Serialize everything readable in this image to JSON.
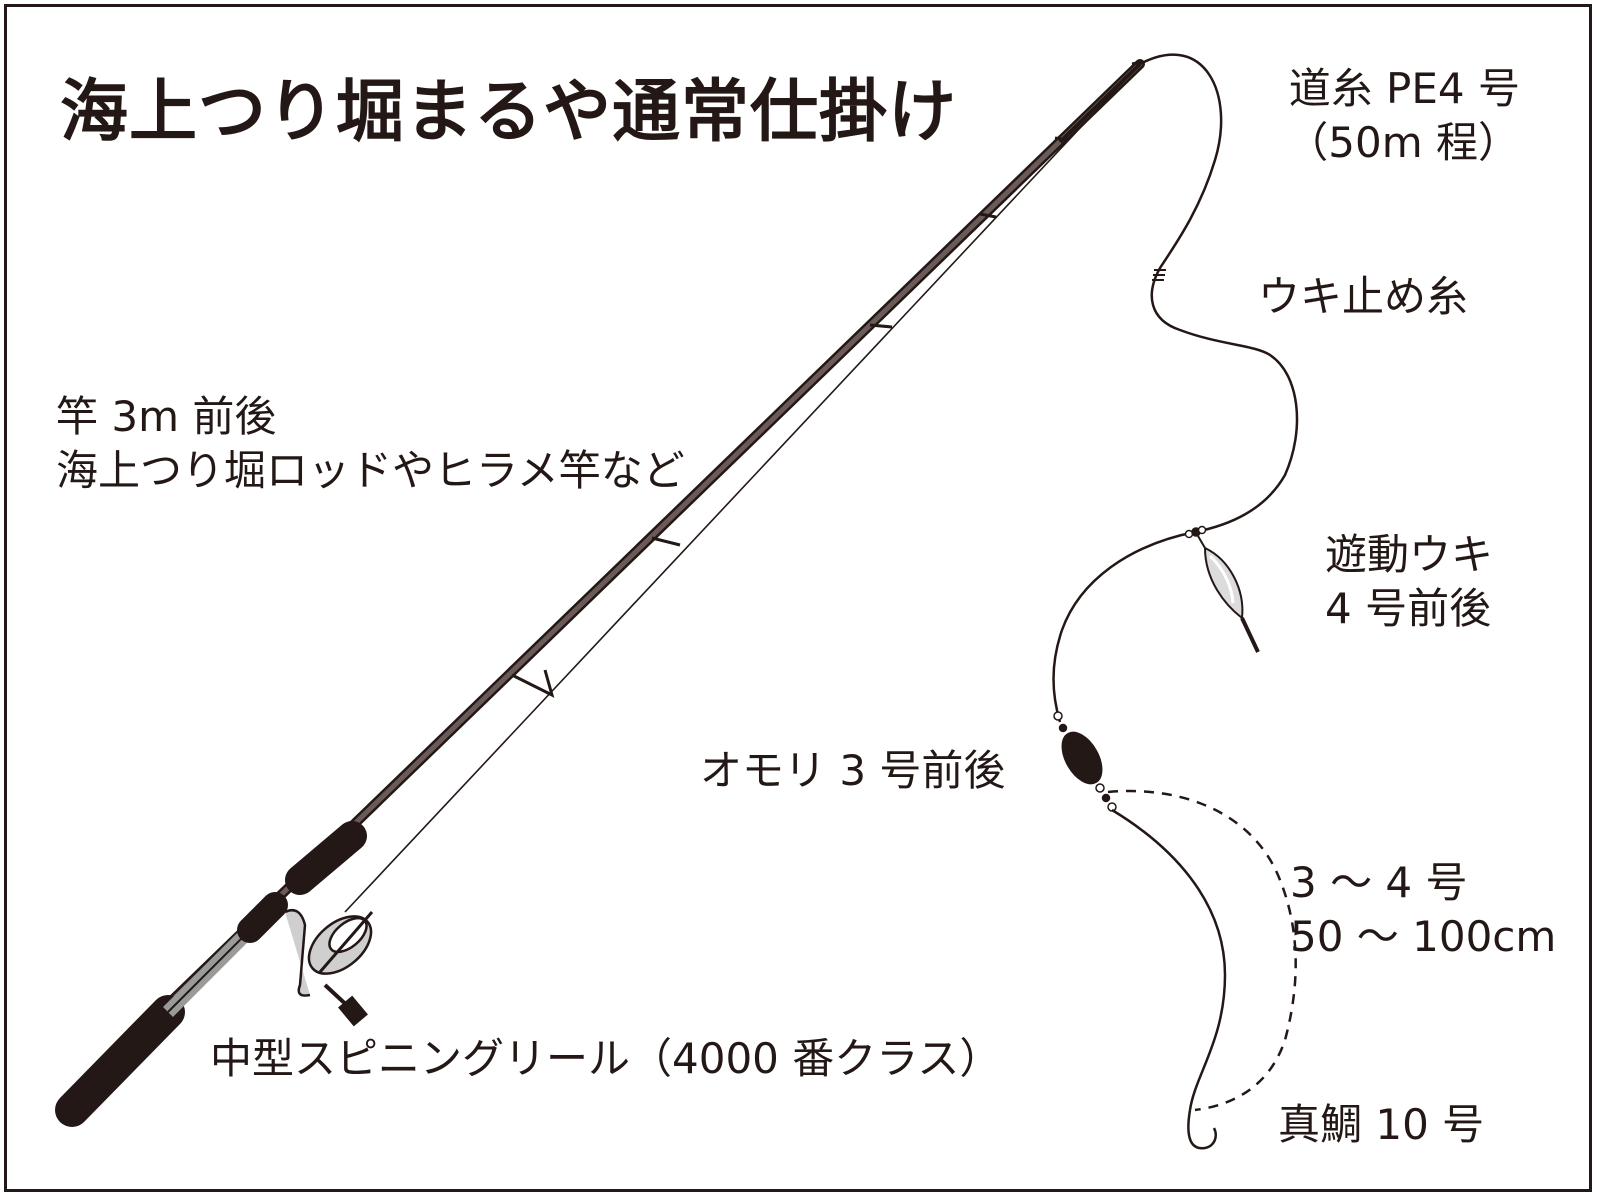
{
  "title": "海上つり堀まるや通常仕掛け",
  "labels": {
    "main_line_1": "道糸 PE4 号",
    "main_line_2": "（50m 程）",
    "stopper": "ウキ止め糸",
    "rod_1": "竿 3m 前後",
    "rod_2": "海上つり堀ロッドやヒラメ竿など",
    "float_1": "遊動ウキ",
    "float_2": "4 号前後",
    "sinker": "オモリ 3 号前後",
    "leader_1": "3 ～ 4 号",
    "leader_2": "50 ～ 100cm",
    "reel": "中型スピニングリール（4000 番クラス）",
    "hook": "真鯛 10 号"
  },
  "colors": {
    "ink": "#231815",
    "rod_dark": "#3a2a2a",
    "reel_gray": "#cfcfcf"
  }
}
